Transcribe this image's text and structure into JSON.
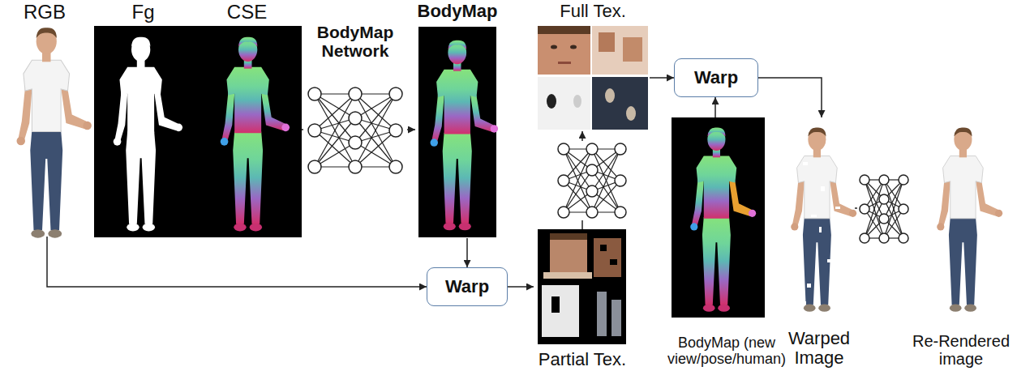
{
  "diagram": {
    "nodes": [
      {
        "text": [
          "RGB"
        ]
      },
      {
        "text": [
          "Fg"
        ]
      },
      {
        "text": [
          "CSE"
        ]
      },
      {
        "text": [
          "BodyMap Network"
        ]
      },
      {
        "text": [
          "BodyMap"
        ]
      },
      {
        "text": [
          "Full Tex."
        ]
      },
      {
        "text": [
          "Warp"
        ]
      },
      {
        "text": [
          "Warp"
        ]
      },
      {
        "text": [
          "Partial Tex."
        ]
      },
      {
        "text": [
          "BodyMap (new view/pose/human)"
        ]
      },
      {
        "text": [
          "Warped Image"
        ]
      },
      {
        "text": [
          "Re-Rendered image"
        ]
      }
    ],
    "edges": [
      {
        "from": 2,
        "to": 3,
        "arrow": "none"
      },
      {
        "from": 3,
        "to": 4,
        "arrow": "to"
      },
      {
        "from": 0,
        "to": 7,
        "arrow": "to"
      },
      {
        "from": 4,
        "to": 7,
        "arrow": "to"
      },
      {
        "from": 7,
        "to": 8,
        "arrow": "to"
      },
      {
        "from": 8,
        "to": 5,
        "arrow": "to"
      },
      {
        "from": 5,
        "to": 6,
        "arrow": "to"
      },
      {
        "from": 9,
        "to": 6,
        "arrow": "to"
      },
      {
        "from": 6,
        "to": 10,
        "arrow": "to"
      },
      {
        "from": 10,
        "to": 11,
        "arrow": "none"
      }
    ]
  }
}
